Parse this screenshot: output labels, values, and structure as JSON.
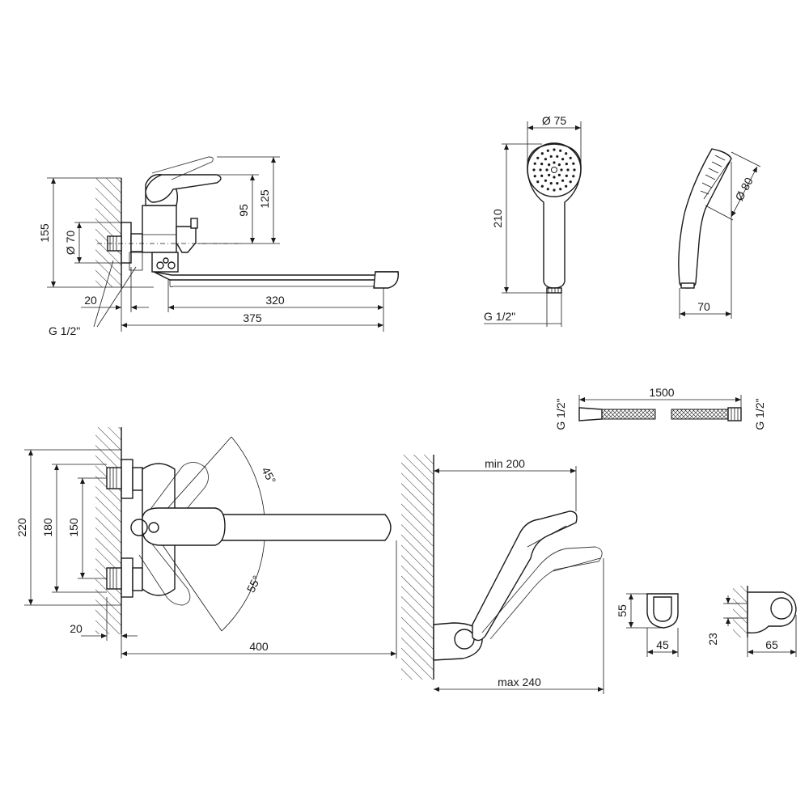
{
  "dims": {
    "side_height": "155",
    "side_flange_dia": "Ø 70",
    "side_handle_h": "95",
    "side_total_h": "125",
    "side_wall_offset": "20",
    "side_spout_reach": "320",
    "side_total_reach": "375",
    "side_thread": "G 1/2\"",
    "head_dia": "Ø 75",
    "head_len": "210",
    "head_thread": "G 1/2\"",
    "head_side_dia": "Ø 80",
    "head_side_w": "70",
    "hose_len": "1500",
    "hose_thread_left": "G 1/2\"",
    "hose_thread_right": "G 1/2\"",
    "top_total_h": "220",
    "top_h2": "180",
    "top_h3": "150",
    "top_angle_a": "45°",
    "top_angle_b": "55°",
    "top_wall_offset": "20",
    "top_reach": "400",
    "holder_min": "min 200",
    "holder_max": "max 240",
    "bracket_h": "55",
    "bracket_w": "45",
    "bracket_side_h": "23",
    "bracket_side_w": "65"
  }
}
